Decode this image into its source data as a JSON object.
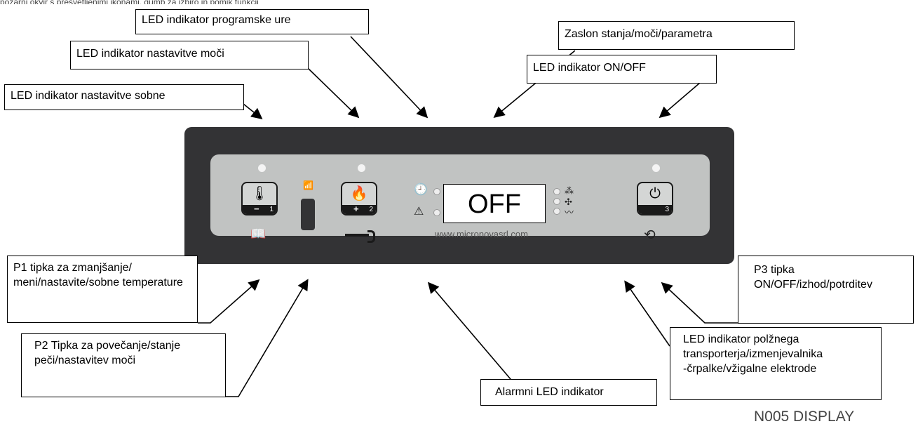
{
  "top_strip_text": "požarni okvir s presvetljenimi ikonami, gumb za izbiro in pomik funkcij",
  "callouts": {
    "led_programske_ure": "LED indikator programske ure",
    "zaslon": "Zaslon stanja/moči/parametra",
    "led_nastavitve_moci": "LED indikator nastavitve moči",
    "led_on_off": "LED indikator ON/OFF",
    "led_nastavitve_sobne": "LED indikator nastavitve sobne",
    "p1": "P1 tipka za zmanjšanje/ meni/nastavite/sobne temperature",
    "p3": "P3 tipka ON/OFF/izhod/potrditev",
    "p2": "P2 Tipka za povečanje/stanje peči/nastavitev moči",
    "led_polznega": "LED indikator polžnega transporterja/izmenjevalnika -črpalke/vžigalne elektrode",
    "alarm": "Alarmni LED indikator"
  },
  "panel": {
    "display_text": "OFF",
    "url": "www.micronovasrl.com",
    "button_labels": {
      "p1_sign": "−",
      "p1_num": "1",
      "p2_sign": "+",
      "p2_num": "2",
      "p3_num": "3"
    },
    "icons": [
      "thermometer-icon",
      "book-icon",
      "wifi-icon",
      "flame-icon",
      "wrench-icon",
      "clock-icon",
      "warning-icon",
      "auger-icon",
      "fan-icon",
      "resistor-icon",
      "power-icon",
      "cycle-icon"
    ]
  },
  "footer": "N005 DISPLAY"
}
